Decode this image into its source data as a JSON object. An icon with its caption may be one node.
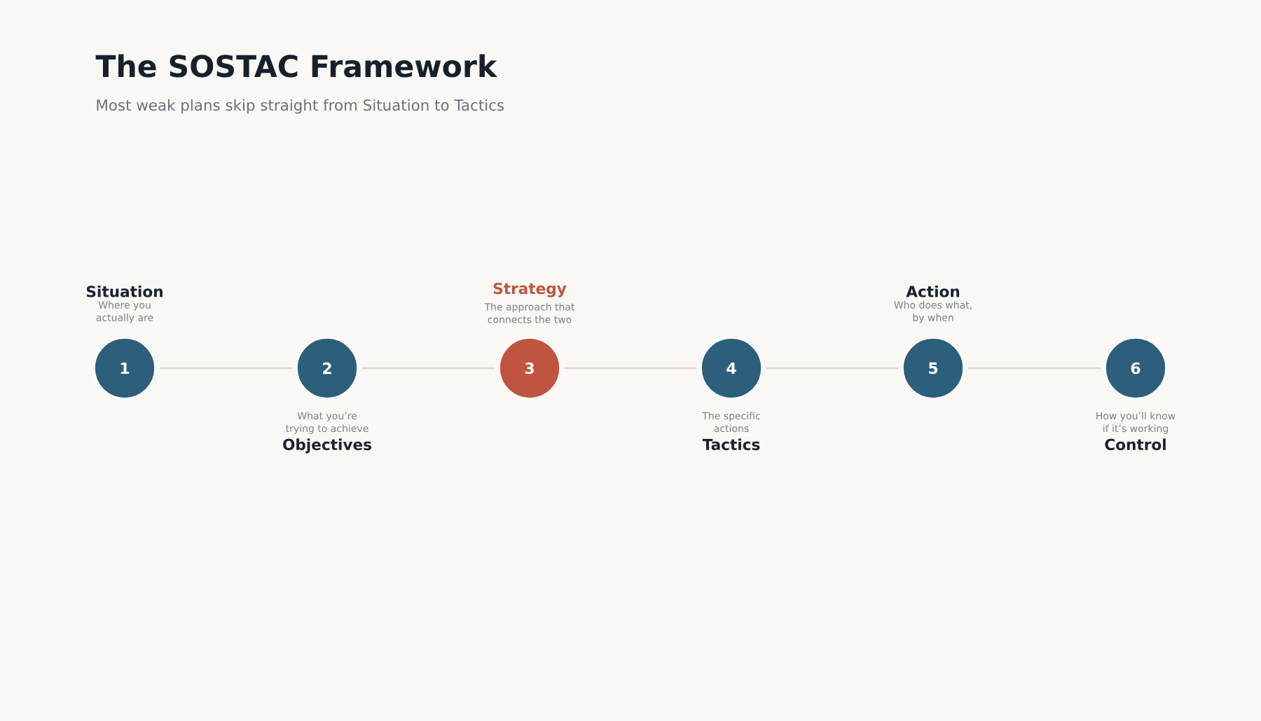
{
  "diagram": {
    "title": "The SOSTAC Framework",
    "caption": "Most weak plans skip straight from Situation to Tactics",
    "nodes": [
      {
        "text": [
          "Situation",
          "Where you actually are",
          "1"
        ]
      },
      {
        "text": [
          "2",
          "What you’re trying to achieve",
          "Objectives"
        ]
      },
      {
        "text": [
          "Strategy",
          "The approach that connects the two",
          "3"
        ]
      },
      {
        "text": [
          "4",
          "The specific actions",
          "Tactics"
        ]
      },
      {
        "text": [
          "Action",
          "Who does what, by when",
          "5"
        ]
      },
      {
        "text": [
          "6",
          "How you’ll know if it’s working",
          "Control"
        ]
      }
    ],
    "edges": [
      {
        "from": 0,
        "to": 1,
        "arrow": "none"
      },
      {
        "from": 1,
        "to": 2,
        "arrow": "none"
      },
      {
        "from": 2,
        "to": 3,
        "arrow": "none"
      },
      {
        "from": 3,
        "to": 4,
        "arrow": "none"
      },
      {
        "from": 4,
        "to": 5,
        "arrow": "none"
      }
    ]
  }
}
